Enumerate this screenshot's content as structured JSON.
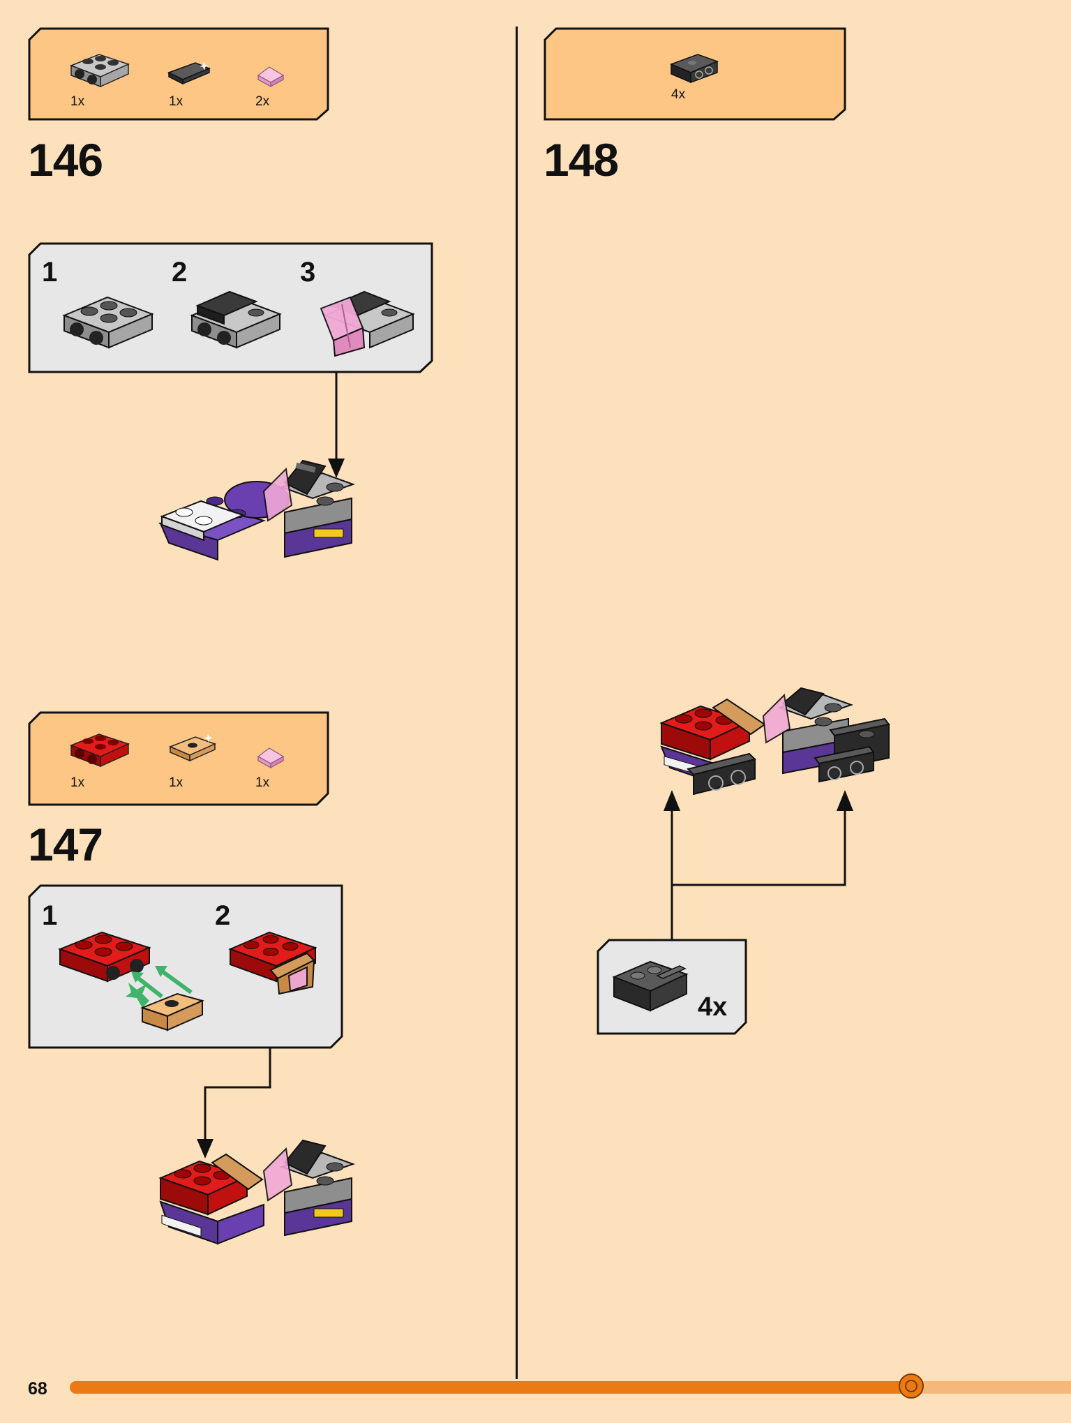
{
  "page": {
    "number": "68",
    "progress_fraction": 0.84
  },
  "colors": {
    "background": "#fde1bd",
    "parts_box": "#fdc684",
    "substep_box": "#e7e7e7",
    "progress_fill": "#ec7a12",
    "progress_track": "#f5b77a",
    "brick_red": "#d40d0d",
    "brick_purple": "#6a3fb0",
    "brick_gray": "#a6a6a6",
    "brick_black": "#2a2a2a",
    "brick_tan": "#d49b5c",
    "trans_pink": "#f1a8d6",
    "arrow_green": "#3fb36a"
  },
  "steps": [
    {
      "number": "146",
      "parts": [
        {
          "icon": "gray-plate-2x2-with-pins-icon",
          "qty": "1x"
        },
        {
          "icon": "black-tile-1x2-icon",
          "qty": "1x"
        },
        {
          "icon": "pink-transparent-slope-icon",
          "qty": "2x"
        }
      ],
      "substeps": [
        "1",
        "2",
        "3"
      ]
    },
    {
      "number": "147",
      "parts": [
        {
          "icon": "red-plate-2x2-with-pins-icon",
          "qty": "1x"
        },
        {
          "icon": "tan-jumper-plate-icon",
          "qty": "1x"
        },
        {
          "icon": "pink-transparent-slope-icon",
          "qty": "1x"
        }
      ],
      "substeps": [
        "1",
        "2"
      ]
    },
    {
      "number": "148",
      "parts": [
        {
          "icon": "black-bracket-plate-icon",
          "qty": "4x"
        }
      ],
      "callout_qty": "4x"
    }
  ]
}
